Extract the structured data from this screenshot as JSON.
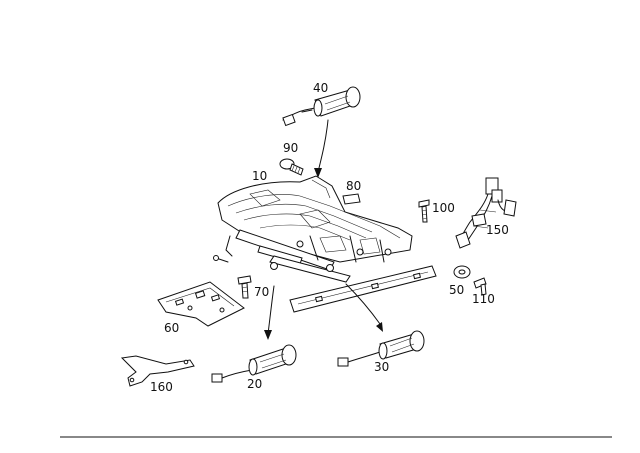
{
  "diagram": {
    "parts": [
      {
        "id": "p10",
        "label": "10"
      },
      {
        "id": "p20",
        "label": "20"
      },
      {
        "id": "p30",
        "label": "30"
      },
      {
        "id": "p40",
        "label": "40"
      },
      {
        "id": "p50",
        "label": "50"
      },
      {
        "id": "p60",
        "label": "60"
      },
      {
        "id": "p70",
        "label": "70"
      },
      {
        "id": "p80",
        "label": "80"
      },
      {
        "id": "p90",
        "label": "90"
      },
      {
        "id": "p100",
        "label": "100"
      },
      {
        "id": "p110",
        "label": "110"
      },
      {
        "id": "p150",
        "label": "150"
      },
      {
        "id": "p160",
        "label": "160"
      }
    ]
  }
}
